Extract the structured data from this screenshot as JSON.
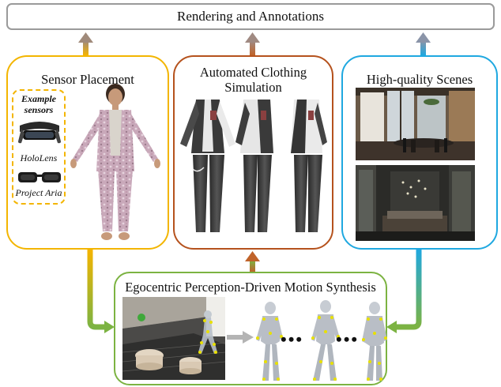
{
  "header": {
    "title": "Rendering and Annotations"
  },
  "panels": {
    "sensor": {
      "title": "Sensor Placement",
      "example_title_line1": "Example",
      "example_title_line2": "sensors",
      "device1": "HoloLens",
      "device2": "Project Aria"
    },
    "clothing": {
      "title_line1": "Automated Clothing",
      "title_line2": "Simulation"
    },
    "scenes": {
      "title": "High-quality Scenes"
    }
  },
  "bottom": {
    "title": "Egocentric Perception-Driven Motion Synthesis",
    "dots1": "•••",
    "dots2": "•••"
  },
  "colors": {
    "sensor_border": "#f3b500",
    "clothing_border": "#b5521d",
    "scenes_border": "#1fa8e0",
    "motion_border": "#7cb342",
    "header_border": "#9a9a9a"
  }
}
